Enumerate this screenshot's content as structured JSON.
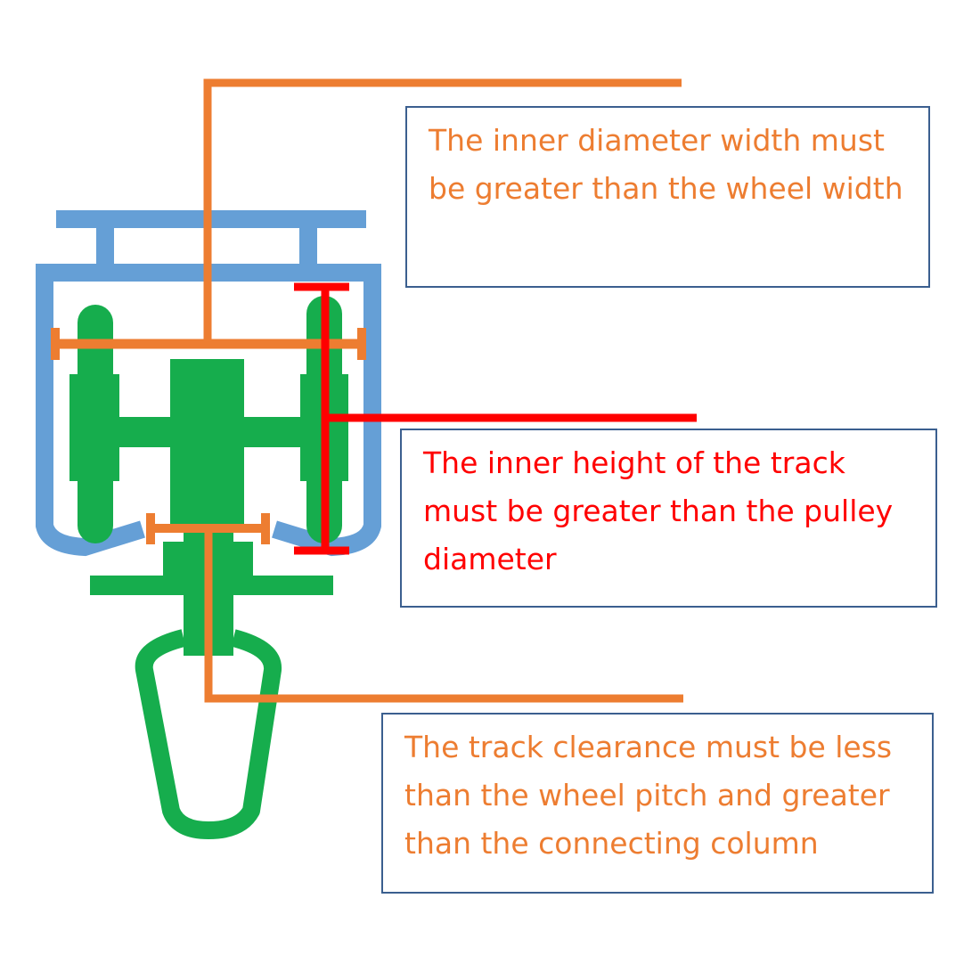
{
  "colors": {
    "track": "#659fd6",
    "trolley": "#16ad4d",
    "orange_annotation": "#ed7d31",
    "red_annotation": "#ff0000",
    "callout_border": "#3b5f8f"
  },
  "callouts": {
    "width": {
      "text": "The inner diameter width must be greater than the wheel width",
      "color": "#ed7d31"
    },
    "height": {
      "text": "The inner height of the track must be greater than the pulley diameter",
      "color": "#ff0000"
    },
    "clearance": {
      "text": "The track clearance must be less than the wheel pitch and greater than the connecting column",
      "color": "#ed7d31"
    }
  }
}
